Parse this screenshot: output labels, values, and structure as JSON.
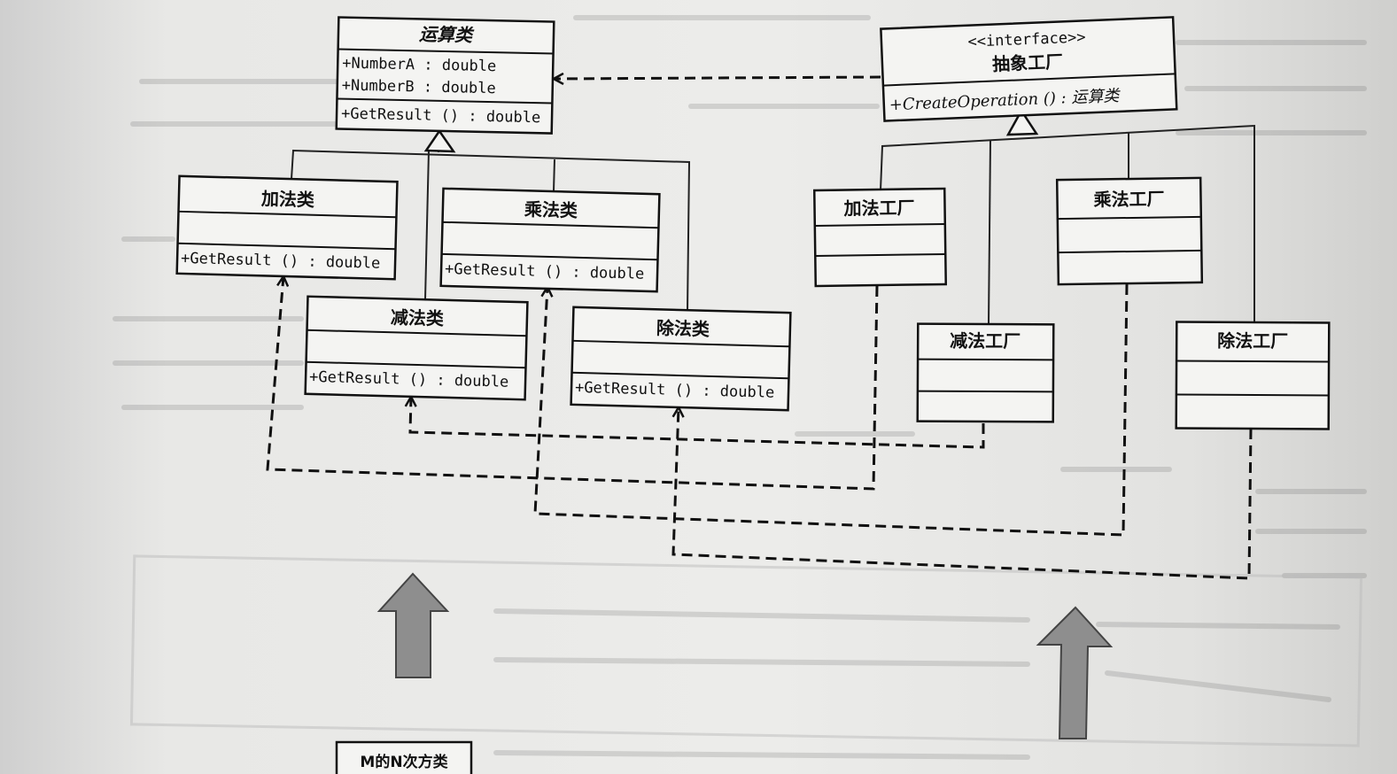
{
  "operation_base": {
    "title": "运算类",
    "attr_a": "+NumberA  : double",
    "attr_b": "+NumberB  : double",
    "method": "+GetResult () : double"
  },
  "factory_interface": {
    "stereotype": "<<interface>>",
    "title": "抽象工厂",
    "method": "+CreateOperation () : 运算类"
  },
  "operations": [
    {
      "title": "加法类",
      "method": "+GetResult () : double"
    },
    {
      "title": "乘法类",
      "method": "+GetResult () : double"
    },
    {
      "title": "减法类",
      "method": "+GetResult () : double"
    },
    {
      "title": "除法类",
      "method": "+GetResult () : double"
    }
  ],
  "factories": [
    {
      "title": "加法工厂"
    },
    {
      "title": "乘法工厂"
    },
    {
      "title": "减法工厂"
    },
    {
      "title": "除法工厂"
    }
  ],
  "bottom_box": {
    "title": "M的N次方类"
  }
}
